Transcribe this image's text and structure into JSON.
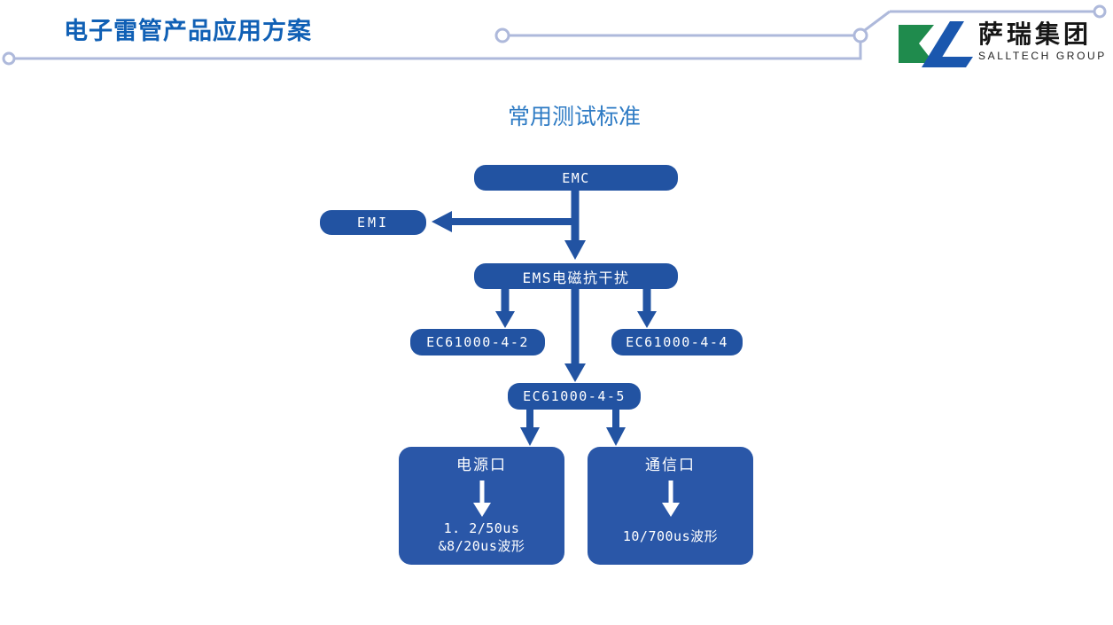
{
  "header": {
    "title": "电子雷管产品应用方案",
    "logo_cn": "萨瑞集团",
    "logo_en": "SALLTECH GROUP"
  },
  "diagram": {
    "title": "常用测试标准",
    "nodes": {
      "emc": {
        "label": "EMC"
      },
      "emi": {
        "label": "EMI"
      },
      "ems": {
        "label": "EMS电磁抗干扰"
      },
      "ec_4_2": {
        "label": "EC61000-4-2"
      },
      "ec_4_4": {
        "label": "EC61000-4-4"
      },
      "ec_4_5": {
        "label": "EC61000-4-5"
      },
      "power_port": {
        "title": "电源口",
        "line1": "1. 2/50us",
        "line2": "&8/20us波形"
      },
      "comm_port": {
        "title": "通信口",
        "line1": "10/700us波形"
      }
    }
  },
  "colors": {
    "node_blue": "#2253a2",
    "big_node_blue": "#2a57a8",
    "arrow_blue": "#2253a2",
    "heading_blue": "#1060b5",
    "diagram_title_blue": "#2e7bc4",
    "decor_line": "#aeb9db",
    "logo_green": "#1f8b4d",
    "logo_blue": "#1a57ae",
    "logo_text_black": "#161616",
    "node_text_white": "#ffffff"
  }
}
